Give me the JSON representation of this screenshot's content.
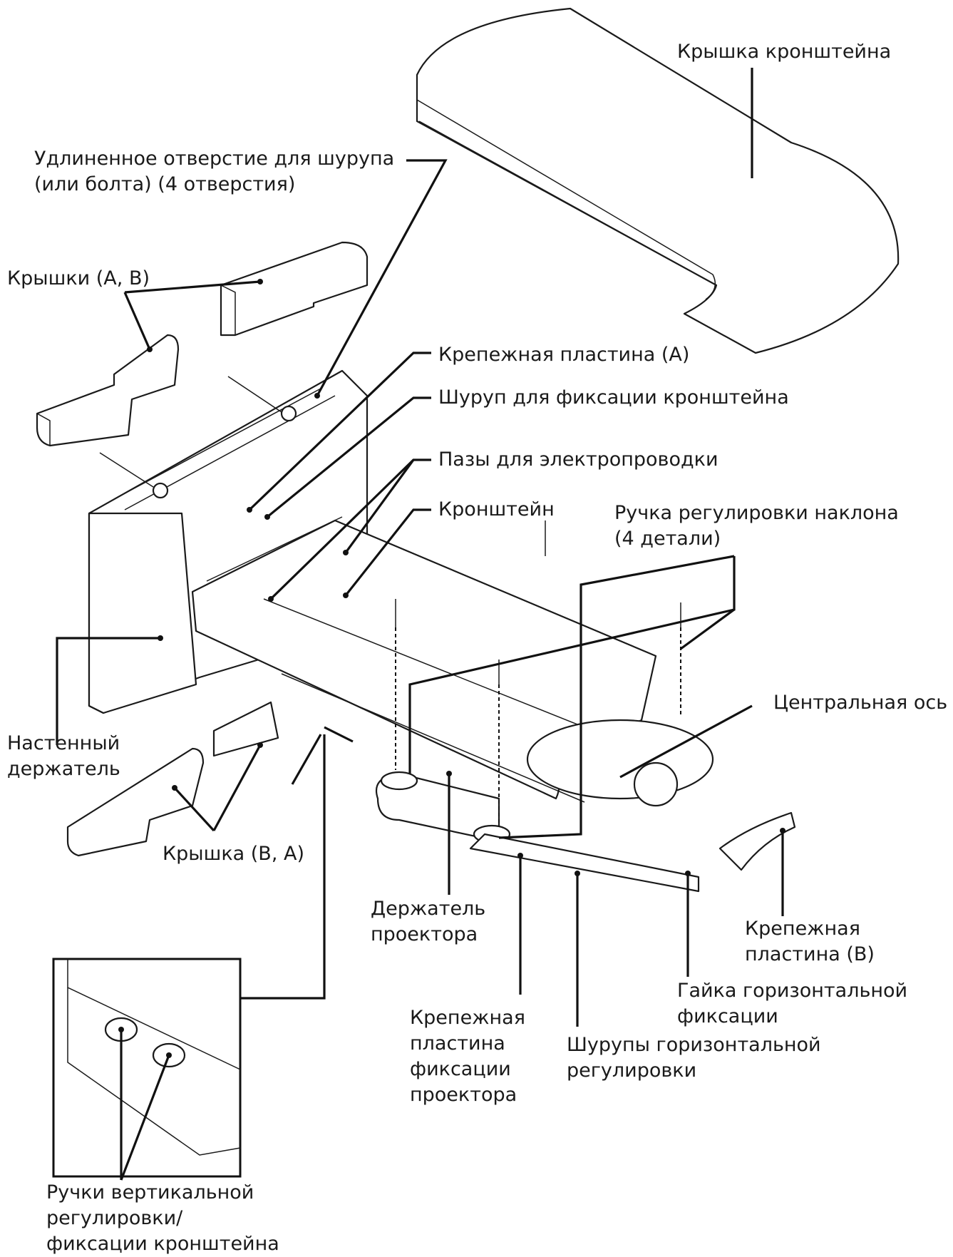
{
  "labels": {
    "bracket_cover": "Крышка кронштейна",
    "slot_hole_1": "Удлиненное отверстие для шурупа",
    "slot_hole_2": "(или болта) (4 отверстия)",
    "covers_ab": "Крышки (A, B)",
    "mount_plate_a": "Крепежная пластина (A)",
    "bracket_screw": "Шуруп для фиксации кронштейна",
    "wiring_grooves": "Пазы для электропроводки",
    "bracket": "Кронштейн",
    "tilt_knob_1": "Ручка регулировки наклона",
    "tilt_knob_2": "(4 детали)",
    "central_axis": "Центральная ось",
    "wall_holder_1": "Настенный",
    "wall_holder_2": "держатель",
    "cover_ba": "Крышка (B, A)",
    "projector_holder_1": "Держатель",
    "projector_holder_2": "проектора",
    "mount_plate_b_1": "Крепежная",
    "mount_plate_b_2": "пластина (B)",
    "hnut_1": "Гайка горизонтальной",
    "hnut_2": "фиксации",
    "fix_plate_1": "Крепежная",
    "fix_plate_2": "пластина",
    "fix_plate_3": "фиксации",
    "fix_plate_4": "проектора",
    "hscrews_1": "Шурупы горизонтальной",
    "hscrews_2": "регулировки",
    "vknobs_1": "Ручки вертикальной",
    "vknobs_2": "регулировки/",
    "vknobs_3": "фиксации кронштейна"
  }
}
